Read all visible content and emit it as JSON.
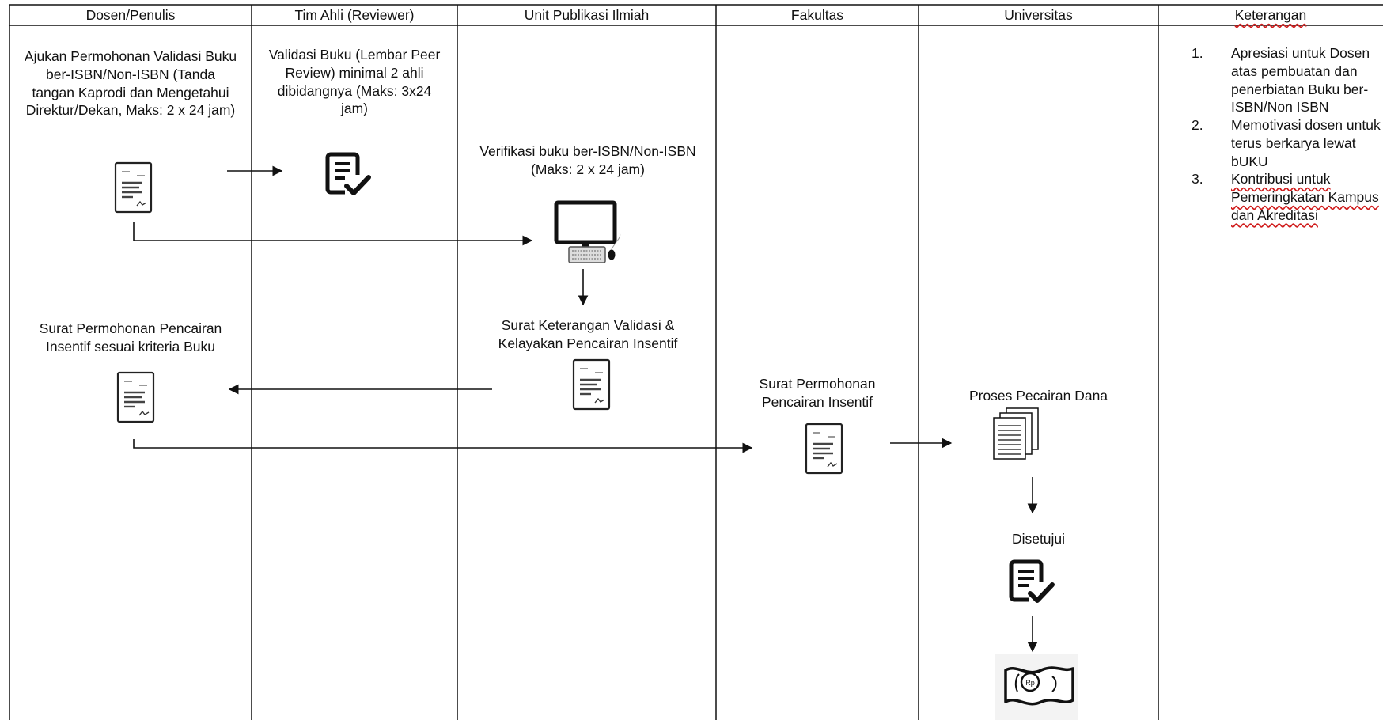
{
  "lanes": [
    {
      "id": "dosen",
      "title": "Dosen/Penulis"
    },
    {
      "id": "reviewer",
      "title": "Tim Ahli (Reviewer)"
    },
    {
      "id": "upi",
      "title": "Unit Publikasi Ilmiah"
    },
    {
      "id": "fakultas",
      "title": "Fakultas"
    },
    {
      "id": "universitas",
      "title": "Universitas"
    },
    {
      "id": "keterangan",
      "title": "Keterangan"
    }
  ],
  "steps": {
    "ajukan": "Ajukan Permohonan Validasi Buku ber-ISBN/Non-ISBN (Tanda tangan Kaprodi dan Mengetahui Direktur/Dekan, Maks: 2 x 24 jam)",
    "validasi": "Validasi Buku (Lembar Peer Review) minimal 2 ahli dibidangnya (Maks: 3x24 jam)",
    "verifikasi": "Verifikasi buku ber-ISBN/Non-ISBN (Maks: 2 x 24 jam)",
    "surat_keterangan": "Surat Keterangan Validasi & Kelayakan Pencairan Insentif",
    "surat_permohonan_dosen": "Surat Permohonan Pencairan Insentif sesuai kriteria Buku",
    "surat_permohonan_fakultas": "Surat Permohonan Pencairan Insentif",
    "proses": "Proses Pecairan Dana",
    "disetujui": "Disetujui"
  },
  "notes": [
    {
      "num": "1.",
      "text": "Apresiasi untuk Dosen atas pembuatan dan penerbiatan Buku ber-ISBN/Non ISBN"
    },
    {
      "num": "2.",
      "text": "Memotivasi dosen untuk terus berkarya lewat bUKU"
    },
    {
      "num": "3.",
      "text": "Kontribusi untuk Pemeringkatan Kampus dan Akreditasi"
    }
  ],
  "icons": {
    "document": "document-icon",
    "checklist": "checklist-icon",
    "computer": "computer-icon",
    "stack": "document-stack-icon",
    "money": "money-icon",
    "currency_label": "Rp"
  },
  "colors": {
    "line": "#111111",
    "note_underline": "#d01c1c"
  }
}
